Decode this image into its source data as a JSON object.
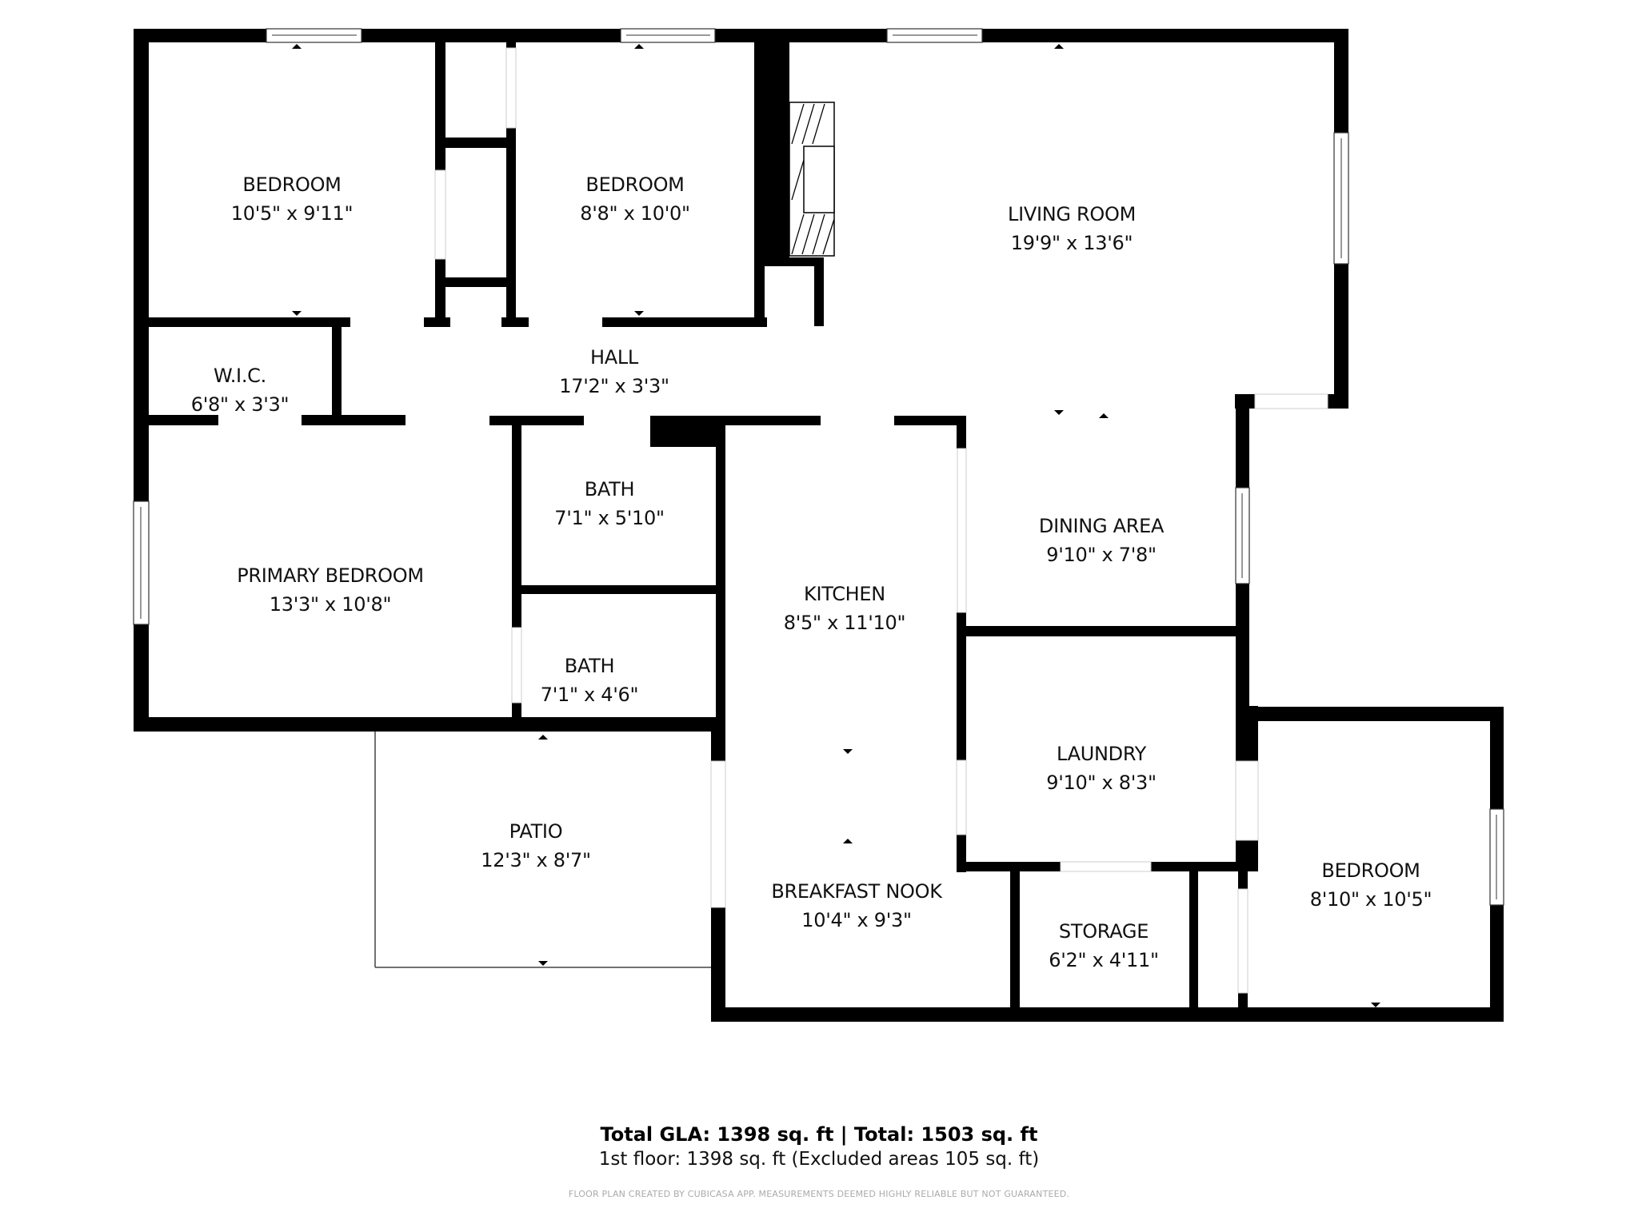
{
  "rooms": [
    {
      "name": "BEDROOM",
      "dims": "10'5\" x 9'11\""
    },
    {
      "name": "BEDROOM",
      "dims": "8'8\" x 10'0\""
    },
    {
      "name": "LIVING ROOM",
      "dims": "19'9\" x 13'6\""
    },
    {
      "name": "W.I.C.",
      "dims": "6'8\" x 3'3\""
    },
    {
      "name": "HALL",
      "dims": "17'2\" x 3'3\""
    },
    {
      "name": "BATH",
      "dims": "7'1\" x 5'10\""
    },
    {
      "name": "PRIMARY BEDROOM",
      "dims": "13'3\" x 10'8\""
    },
    {
      "name": "DINING AREA",
      "dims": "9'10\" x 7'8\""
    },
    {
      "name": "KITCHEN",
      "dims": "8'5\" x 11'10\""
    },
    {
      "name": "BATH",
      "dims": "7'1\" x 4'6\""
    },
    {
      "name": "LAUNDRY",
      "dims": "9'10\" x 8'3\""
    },
    {
      "name": "PATIO",
      "dims": "12'3\" x 8'7\""
    },
    {
      "name": "BREAKFAST NOOK",
      "dims": "10'4\" x 9'3\""
    },
    {
      "name": "STORAGE",
      "dims": "6'2\" x 4'11\""
    },
    {
      "name": "BEDROOM",
      "dims": "8'10\" x 10'5\""
    }
  ],
  "footer": {
    "totals": "Total GLA: 1398 sq. ft | Total: 1503 sq. ft",
    "floor_summary": "1st floor: 1398 sq. ft (Excluded areas 105 sq. ft)",
    "disclaimer": "FLOOR PLAN CREATED BY CUBICASA APP. MEASUREMENTS DEEMED HIGHLY RELIABLE BUT NOT GUARANTEED."
  },
  "colors": {
    "wall": "#000000",
    "background": "#ffffff",
    "disclaimer": "#aaaaaa"
  }
}
